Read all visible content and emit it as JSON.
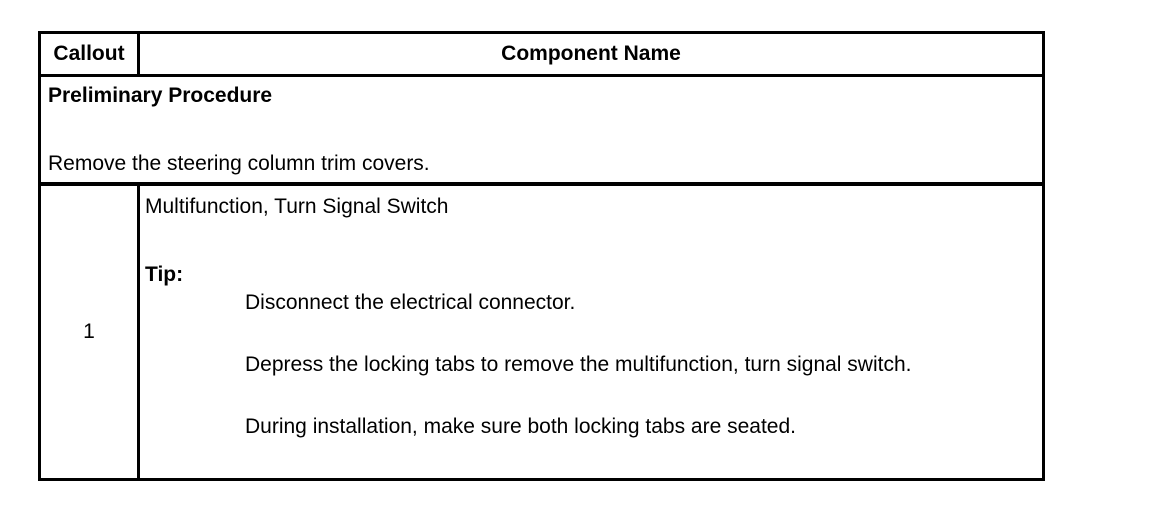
{
  "table": {
    "header": {
      "callout": "Callout",
      "component_name": "Component Name"
    },
    "preliminary": {
      "title": "Preliminary Procedure",
      "text": "Remove the steering column trim covers."
    },
    "steps": [
      {
        "callout": "1",
        "name": "Multifunction, Turn Signal Switch",
        "tip_label": "Tip:",
        "tips": [
          "Disconnect the electrical connector.",
          "Depress the locking tabs to remove the multifunction, turn signal switch.",
          "During installation, make sure both locking tabs are seated."
        ]
      }
    ]
  }
}
